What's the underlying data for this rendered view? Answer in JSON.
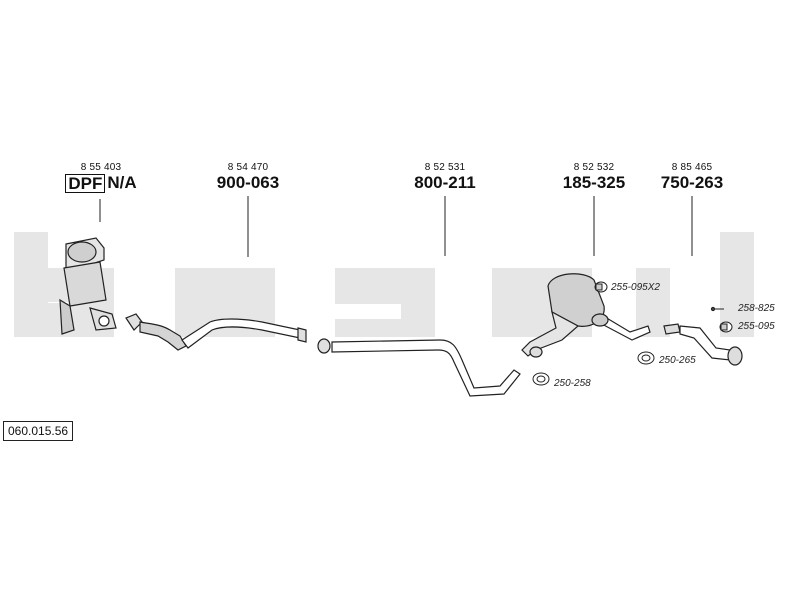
{
  "diagram_code": "060.015.56",
  "parts": [
    {
      "oe_number": "8 55 403",
      "bosal_number": "",
      "dpf_label": "DPF",
      "dpf_status": "N/A"
    },
    {
      "oe_number": "8 54 470",
      "bosal_number": "900-063"
    },
    {
      "oe_number": "8 52 531",
      "bosal_number": "800-211"
    },
    {
      "oe_number": "8 52 532",
      "bosal_number": "185-325"
    },
    {
      "oe_number": "8 85 465",
      "bosal_number": "750-263"
    }
  ],
  "fittings": [
    {
      "code": "255-095X2",
      "icon": "clamp-icon"
    },
    {
      "code": "258-825",
      "icon": "bolt-icon"
    },
    {
      "code": "255-095",
      "icon": "clamp-icon"
    },
    {
      "code": "250-265",
      "icon": "gasket-ring-icon"
    },
    {
      "code": "250-258",
      "icon": "gasket-ring-icon"
    }
  ],
  "colors": {
    "watermark": "#e6e6e6",
    "line": "#222222",
    "part_fill": "#d9d9d9"
  }
}
